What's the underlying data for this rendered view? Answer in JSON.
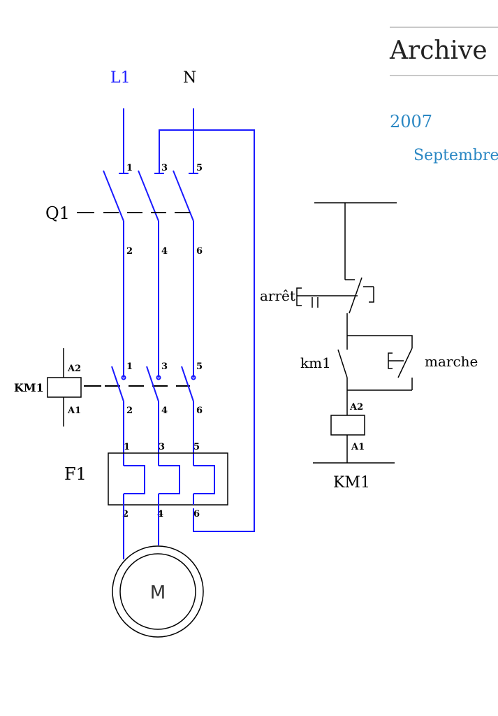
{
  "diagram": {
    "power_circuit": {
      "supply": {
        "line": "L1",
        "neutral": "N"
      },
      "breaker": {
        "label": "Q1",
        "terminals_top": [
          "1",
          "3",
          "5"
        ],
        "terminals_bottom": [
          "2",
          "4",
          "6"
        ]
      },
      "contactor": {
        "label": "KM1",
        "coil_terminals": [
          "A2",
          "A1"
        ],
        "terminals_top": [
          "1",
          "3",
          "5"
        ],
        "terminals_bottom": [
          "2",
          "4",
          "6"
        ]
      },
      "overload_relay": {
        "label": "F1",
        "terminals_top": [
          "1",
          "3",
          "5"
        ],
        "terminals_bottom": [
          "2",
          "4",
          "6"
        ]
      },
      "motor": {
        "label": "M"
      }
    },
    "control_circuit": {
      "stop_button": "arrêt",
      "start_button": "marche",
      "hold_contact": "km1",
      "coil": {
        "label": "KM1",
        "terminals": [
          "A2",
          "A1"
        ]
      }
    },
    "colors": {
      "power_wiring": "#1a1aff",
      "control_wiring": "#000000"
    }
  },
  "sidebar": {
    "heading": "Archive",
    "year": "2007",
    "month": "Septembre"
  }
}
